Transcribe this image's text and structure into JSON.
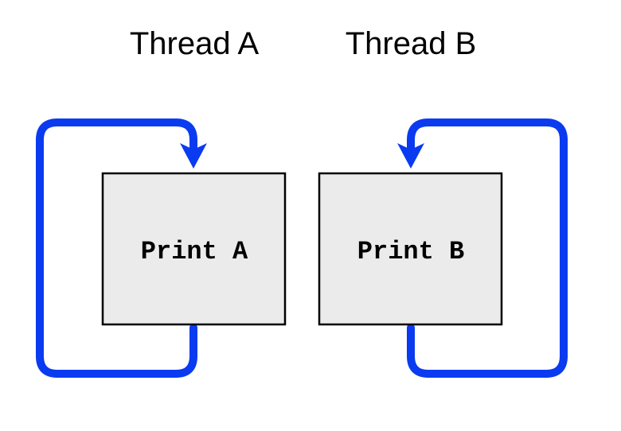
{
  "threads": [
    {
      "title": "Thread A",
      "action": "Print A"
    },
    {
      "title": "Thread B",
      "action": "Print B"
    }
  ],
  "colors": {
    "loop_arrow": "#0a3bf0",
    "box_fill": "#ebebeb",
    "box_border": "#000000"
  },
  "icons": {
    "loop_arrow": "loop-arrow-icon"
  }
}
